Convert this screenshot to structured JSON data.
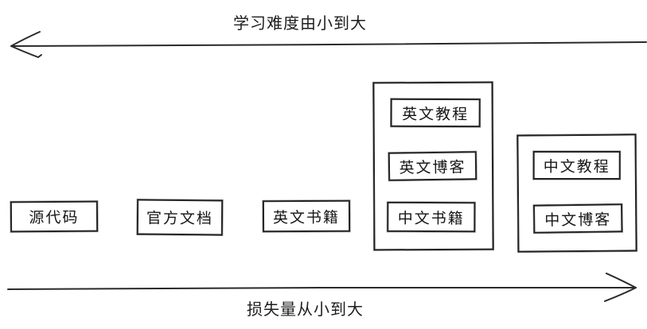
{
  "canvas": {
    "background_color": "#ffffff",
    "ink_color": "#222222"
  },
  "axes": {
    "difficulty": {
      "label": "学习难度由小到大",
      "direction": "left"
    },
    "loss": {
      "label": "损失量从小到大",
      "direction": "right"
    }
  },
  "standalone_boxes": [
    {
      "label": "源代码"
    },
    {
      "label": "官方文档"
    },
    {
      "label": "英文书籍"
    }
  ],
  "groups": [
    {
      "name": "middle-group",
      "items": [
        {
          "label": "英文教程"
        },
        {
          "label": "英文博客"
        },
        {
          "label": "中文书籍"
        }
      ]
    },
    {
      "name": "right-group",
      "items": [
        {
          "label": "中文教程"
        },
        {
          "label": "中文博客"
        }
      ]
    }
  ]
}
